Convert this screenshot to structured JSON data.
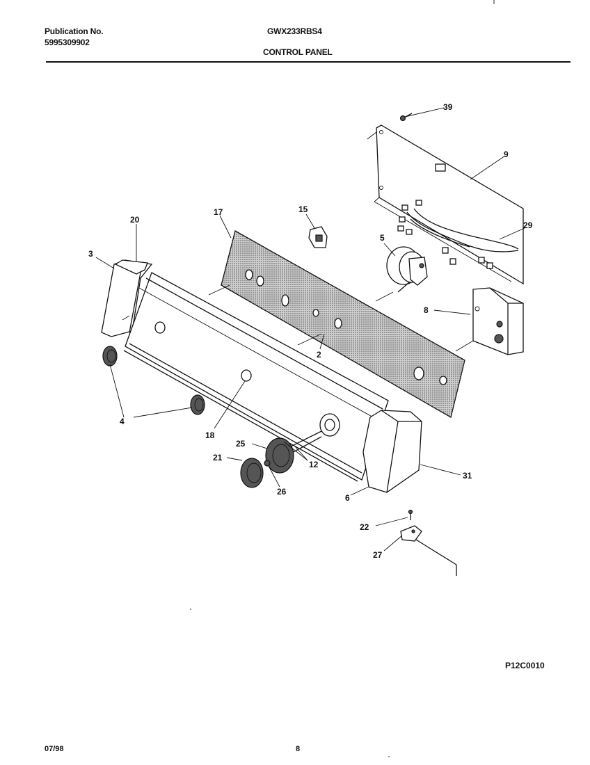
{
  "header": {
    "publication_label": "Publication No.",
    "publication_number": "5995309902",
    "model": "GWX233RBS4",
    "section_title": "CONTROL PANEL"
  },
  "footer": {
    "date": "07/98",
    "page": "8",
    "figure_code": "P12C0010"
  },
  "callouts": [
    "39",
    "9",
    "29",
    "15",
    "17",
    "20",
    "3",
    "5",
    "8",
    "2",
    "4",
    "18",
    "25",
    "21",
    "12",
    "26",
    "31",
    "6",
    "22",
    "27"
  ]
}
